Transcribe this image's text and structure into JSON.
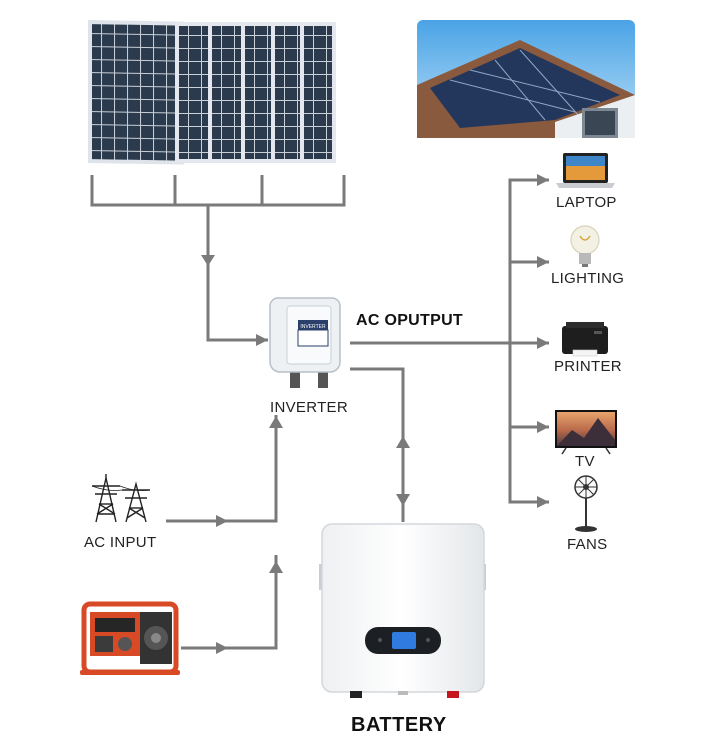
{
  "labels": {
    "inverter": "INVERTER",
    "inverter_panel": "INVERTER",
    "ac_output": "AC OPUTPUT",
    "ac_input": "AC INPUT",
    "battery": "BATTERY",
    "laptop": "LAPTOP",
    "lighting": "LIGHTING",
    "printer": "PRINTER",
    "tv": "TV",
    "fans": "FANS"
  },
  "colors": {
    "line": "#7a7a7a",
    "panel_cell": "#2c3a4e",
    "generator": "#d84a26",
    "battery_screen": "#2f7be0",
    "battery_terminal_pos": "#c4161c"
  },
  "icons": [
    "solar-panels-icon",
    "house-roof-solar-photo",
    "inverter-icon",
    "power-tower-icon",
    "generator-icon",
    "battery-icon",
    "laptop-icon",
    "bulb-icon",
    "printer-icon",
    "tv-icon",
    "fan-icon"
  ]
}
